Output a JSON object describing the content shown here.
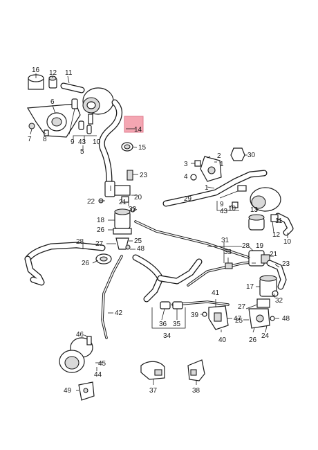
{
  "callouts": {
    "c1": "1",
    "c2": "2",
    "c3": "3",
    "c4": "4",
    "c5": "5",
    "c6": "6",
    "c7": "7",
    "c8": "8",
    "c9": "9",
    "c10": "10",
    "c11": "11",
    "c12": "12",
    "c13": "13",
    "c14": "14",
    "c15": "15",
    "c16": "16",
    "c17": "17",
    "c18": "18",
    "c19": "19",
    "c20": "20",
    "c21": "21",
    "c22": "22",
    "c23": "23",
    "c24": "24",
    "c25": "25",
    "c26": "26",
    "c27": "27",
    "c28": "28",
    "c29": "29",
    "c30": "30",
    "c31": "31",
    "c32": "32",
    "c33": "33",
    "c34": "34",
    "c35": "35",
    "c36": "36",
    "c37": "37",
    "c38": "38",
    "c39": "39",
    "c40": "40",
    "c41": "41",
    "c42": "42",
    "c43": "43",
    "c44": "44",
    "c45": "45",
    "c46": "46",
    "c47": "47",
    "c48": "48",
    "c49": "49"
  },
  "highlight": {
    "color": "#f4a6b2",
    "part": "14"
  }
}
